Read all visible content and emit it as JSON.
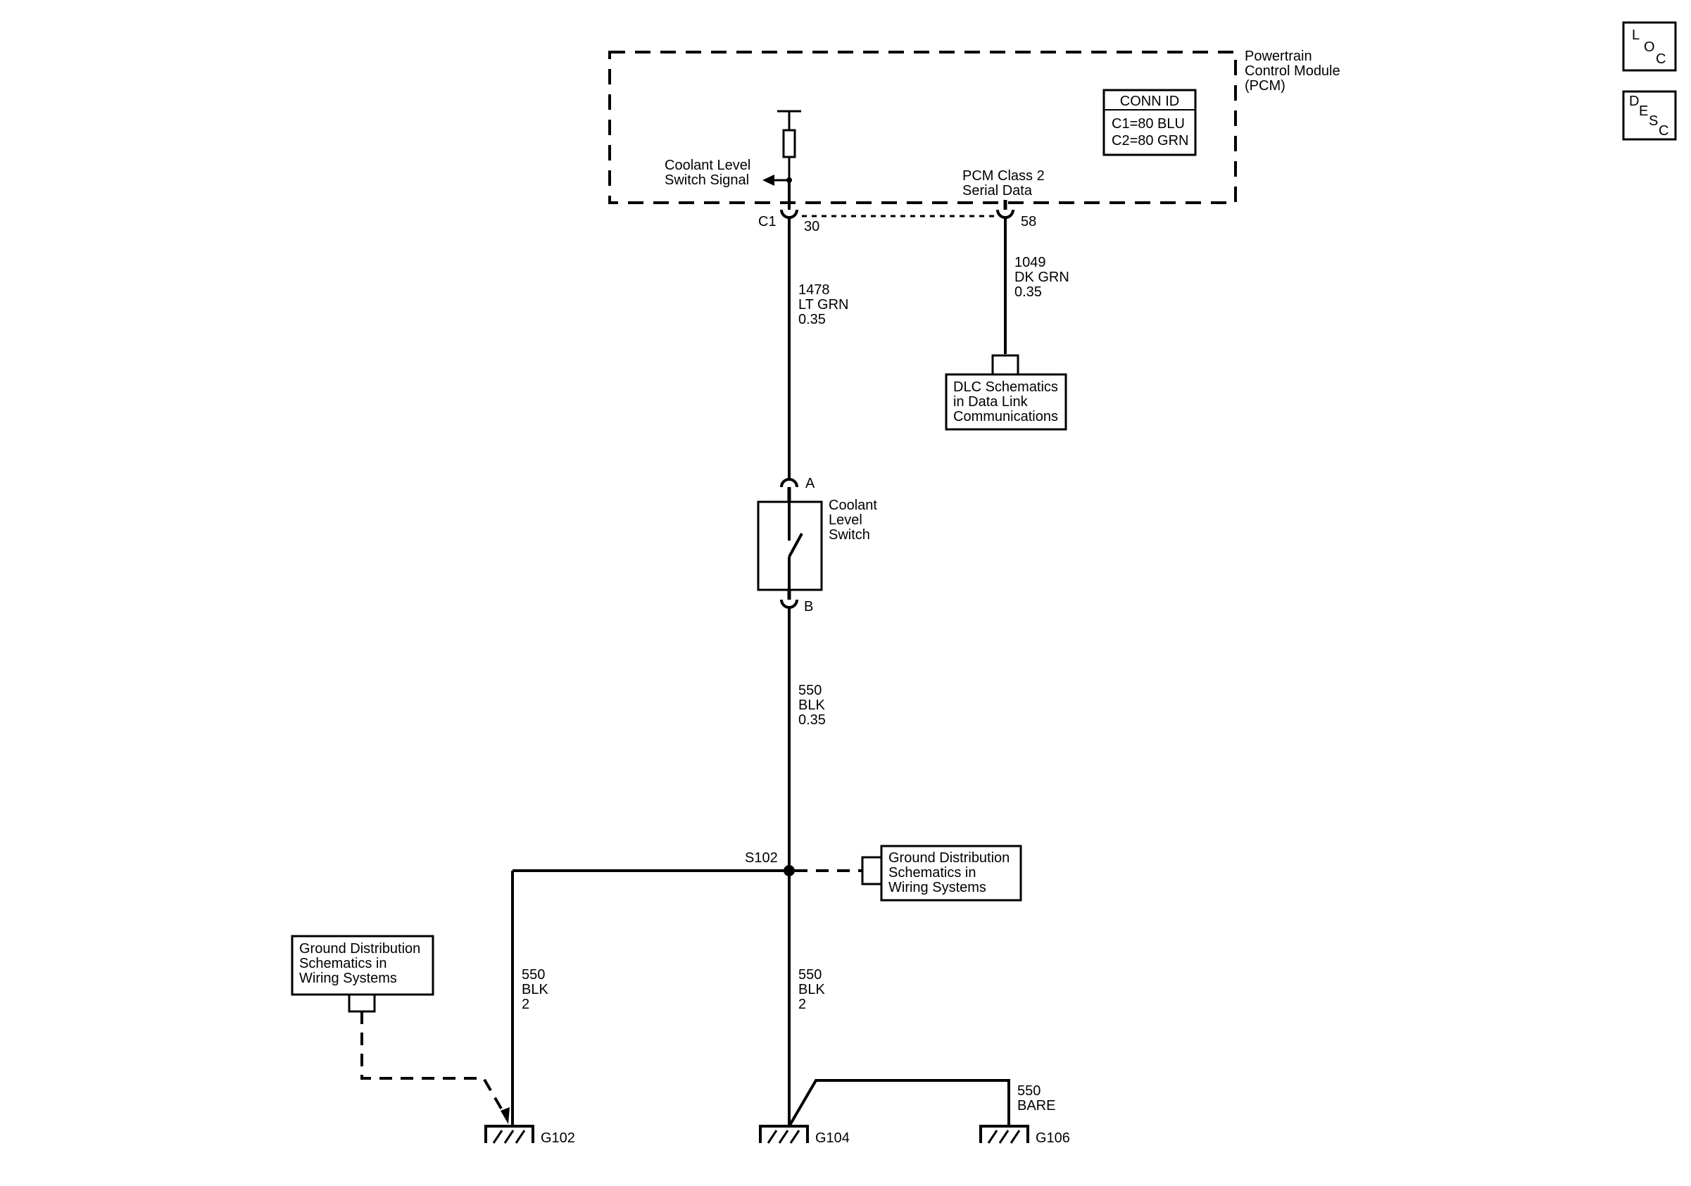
{
  "pcm": {
    "title_lines": [
      "Powertrain",
      "Control Module",
      "(PCM)"
    ],
    "conn_id": {
      "header": "CONN ID",
      "lines": [
        "C1=80 BLU",
        "C2=80 GRN"
      ]
    },
    "coolant_signal_lines": [
      "Coolant Level",
      "Switch Signal"
    ],
    "serial_data_lines": [
      "PCM Class 2",
      "Serial Data"
    ]
  },
  "connectors": {
    "c1": "C1",
    "pin30": "30",
    "pin58": "58",
    "pinA": "A",
    "pinB": "B"
  },
  "wires": {
    "w1478": [
      "1478",
      "LT GRN",
      "0.35"
    ],
    "w1049": [
      "1049",
      "DK GRN",
      "0.35"
    ],
    "w550a": [
      "550",
      "BLK",
      "0.35"
    ],
    "w550left": [
      "550",
      "BLK",
      "2"
    ],
    "w550center": [
      "550",
      "BLK",
      "2"
    ],
    "w550bare": [
      "550",
      "BARE"
    ]
  },
  "components": {
    "switch_lines": [
      "Coolant",
      "Level",
      "Switch"
    ],
    "splice": "S102"
  },
  "references": {
    "dlc_lines": [
      "DLC Schematics",
      "in Data Link",
      "Communications"
    ],
    "gnd_right_lines": [
      "Ground Distribution",
      "Schematics in",
      "Wiring Systems"
    ],
    "gnd_left_lines": [
      "Ground Distribution",
      "Schematics in",
      "Wiring Systems"
    ]
  },
  "grounds": {
    "g102": "G102",
    "g104": "G104",
    "g106": "G106"
  },
  "nav": {
    "loc": [
      "L",
      "O",
      "C"
    ],
    "desc": [
      "D",
      "E",
      "S",
      "C"
    ]
  }
}
